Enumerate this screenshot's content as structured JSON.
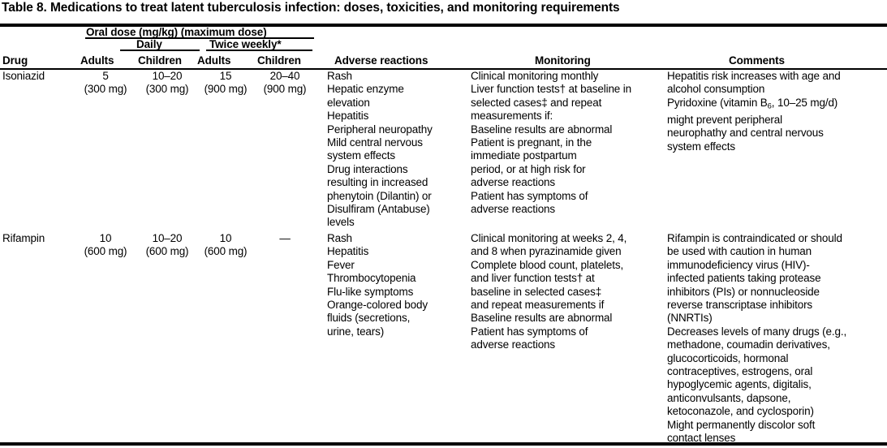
{
  "title": "Table 8. Medications to treat latent tuberculosis infection: doses, toxicities, and monitoring requirements",
  "header": {
    "oral_dose_group": "Oral dose (mg/kg) (maximum dose)",
    "daily_group": "Daily",
    "twice_weekly_group": "Twice weekly*",
    "drug": "Drug",
    "daily_adults": "Adults",
    "daily_children": "Children",
    "twice_adults": "Adults",
    "twice_children": "Children",
    "adverse_reactions": "Adverse reactions",
    "monitoring": "Monitoring",
    "comments": "Comments"
  },
  "rows": [
    {
      "drug": "Isoniazid",
      "daily_adults": "5",
      "daily_adults_max": "(300 mg)",
      "daily_children": "10–20",
      "daily_children_max": "(300 mg)",
      "twice_adults": "15",
      "twice_adults_max": "(900 mg)",
      "twice_children": "20–40",
      "twice_children_max": "(900 mg)",
      "adverse_reactions": [
        {
          "indent": 0,
          "text": "Rash"
        },
        {
          "indent": 0,
          "text": "Hepatic enzyme"
        },
        {
          "indent": 1,
          "text": "elevation"
        },
        {
          "indent": 0,
          "text": "Hepatitis"
        },
        {
          "indent": 0,
          "text": "Peripheral neuropathy"
        },
        {
          "indent": 0,
          "text": "Mild central nervous"
        },
        {
          "indent": 1,
          "text": "system effects"
        },
        {
          "indent": 0,
          "text": "Drug interactions"
        },
        {
          "indent": 1,
          "text": "resulting in increased"
        },
        {
          "indent": 1,
          "text": "phenytoin (Dilantin) or"
        },
        {
          "indent": 1,
          "text": "Disulfiram (Antabuse)"
        },
        {
          "indent": 1,
          "text": "levels"
        }
      ],
      "monitoring": [
        {
          "indent": 0,
          "text": "Clinical monitoring monthly"
        },
        {
          "indent": 0,
          "text": "Liver function tests† at baseline in"
        },
        {
          "indent": 1,
          "text": "selected cases‡ and repeat"
        },
        {
          "indent": 1,
          "text": "measurements if:"
        },
        {
          "indent": 2,
          "text": "Baseline results are abnormal"
        },
        {
          "indent": 2,
          "text": "Patient is pregnant, in the"
        },
        {
          "indent": 3,
          "text": "immediate postpartum"
        },
        {
          "indent": 3,
          "text": "period, or at high risk for"
        },
        {
          "indent": 3,
          "text": "adverse reactions"
        },
        {
          "indent": 2,
          "text": "Patient has symptoms of"
        },
        {
          "indent": 3,
          "text": "adverse reactions"
        }
      ],
      "comments": [
        {
          "indent": 0,
          "text": "Hepatitis risk increases with age and"
        },
        {
          "indent": 1,
          "text": "alcohol consumption"
        },
        {
          "indent": 0,
          "text": "Pyridoxine (vitamin B6, 10–25 mg/d)"
        },
        {
          "indent": 1,
          "text": "might prevent peripheral"
        },
        {
          "indent": 1,
          "text": "neurophathy and central nervous"
        },
        {
          "indent": 1,
          "text": "system effects"
        }
      ]
    },
    {
      "drug": "Rifampin",
      "daily_adults": "10",
      "daily_adults_max": "(600 mg)",
      "daily_children": "10–20",
      "daily_children_max": "(600 mg)",
      "twice_adults": "10",
      "twice_adults_max": "(600 mg)",
      "twice_children": "—",
      "twice_children_max": "",
      "adverse_reactions": [
        {
          "indent": 0,
          "text": "Rash"
        },
        {
          "indent": 0,
          "text": "Hepatitis"
        },
        {
          "indent": 0,
          "text": "Fever"
        },
        {
          "indent": 0,
          "text": "Thrombocytopenia"
        },
        {
          "indent": 0,
          "text": "Flu-like symptoms"
        },
        {
          "indent": 0,
          "text": "Orange-colored body"
        },
        {
          "indent": 1,
          "text": "fluids (secretions,"
        },
        {
          "indent": 1,
          "text": "urine, tears)"
        }
      ],
      "monitoring": [
        {
          "indent": 0,
          "text": "Clinical monitoring at weeks 2, 4,"
        },
        {
          "indent": 0,
          "text": "and 8 when pyrazinamide given"
        },
        {
          "indent": 0,
          "text": "Complete blood count, platelets,"
        },
        {
          "indent": 1,
          "text": "and liver function tests† at"
        },
        {
          "indent": 1,
          "text": "baseline in selected cases‡"
        },
        {
          "indent": 1,
          "text": "and repeat measurements if"
        },
        {
          "indent": 2,
          "text": "Baseline results are abnormal"
        },
        {
          "indent": 2,
          "text": "Patient has symptoms of"
        },
        {
          "indent": 3,
          "text": "adverse reactions"
        }
      ],
      "comments": [
        {
          "indent": 0,
          "text": "Rifampin is contraindicated or should"
        },
        {
          "indent": 1,
          "text": "be used with caution in human"
        },
        {
          "indent": 1,
          "text": "immunodeficiency virus (HIV)-"
        },
        {
          "indent": 1,
          "text": "infected patients taking protease"
        },
        {
          "indent": 1,
          "text": "inhibitors (PIs) or nonnucleoside"
        },
        {
          "indent": 1,
          "text": "reverse transcriptase inhibitors"
        },
        {
          "indent": 1,
          "text": "(NNRTIs)"
        },
        {
          "indent": 0,
          "text": "Decreases levels of many drugs (e.g.,"
        },
        {
          "indent": 1,
          "text": "methadone, coumadin derivatives,"
        },
        {
          "indent": 1,
          "text": "glucocorticoids, hormonal"
        },
        {
          "indent": 1,
          "text": "contraceptives, estrogens, oral"
        },
        {
          "indent": 1,
          "text": "hypoglycemic agents, digitalis,"
        },
        {
          "indent": 1,
          "text": "anticonvulsants, dapsone,"
        },
        {
          "indent": 1,
          "text": "ketoconazole, and cyclosporin)"
        },
        {
          "indent": 0,
          "text": "Might permanently discolor soft"
        },
        {
          "indent": 1,
          "text": "contact lenses"
        }
      ]
    }
  ]
}
